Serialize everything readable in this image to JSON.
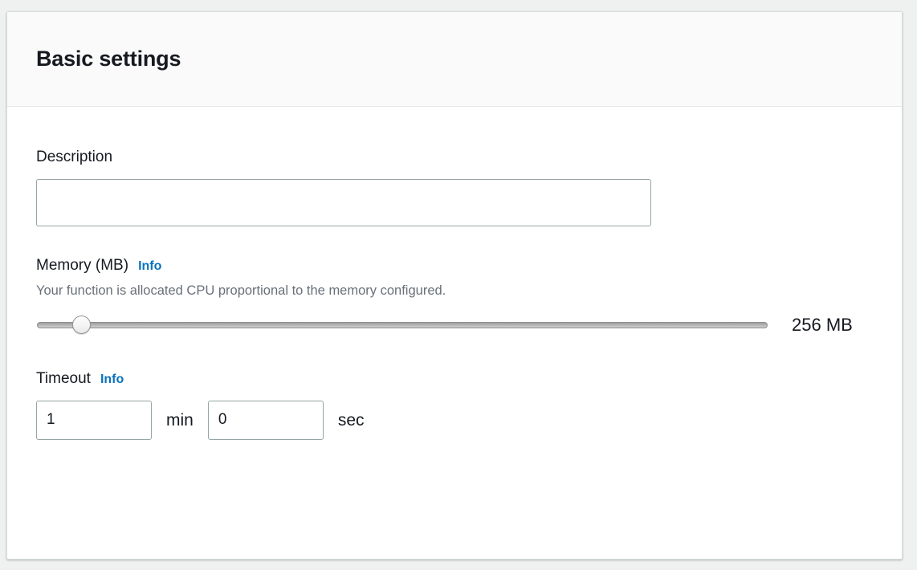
{
  "card": {
    "title": "Basic settings"
  },
  "description": {
    "label": "Description",
    "value": "",
    "placeholder": ""
  },
  "memory": {
    "label": "Memory (MB)",
    "info_label": "Info",
    "help_text": "Your function is allocated CPU proportional to the memory configured.",
    "value_label": "256 MB",
    "value": 256,
    "slider_percent": 5
  },
  "timeout": {
    "label": "Timeout",
    "info_label": "Info",
    "minutes_value": "1",
    "minutes_unit": "min",
    "seconds_value": "0",
    "seconds_unit": "sec"
  },
  "colors": {
    "page_background": "#eff0f0",
    "card_background": "#ffffff",
    "header_background": "#fafafa",
    "text_primary": "#16191f",
    "text_secondary": "#687078",
    "link_blue": "#0a73bd",
    "input_border": "#95a5a6",
    "divider": "#e5e7e7"
  }
}
